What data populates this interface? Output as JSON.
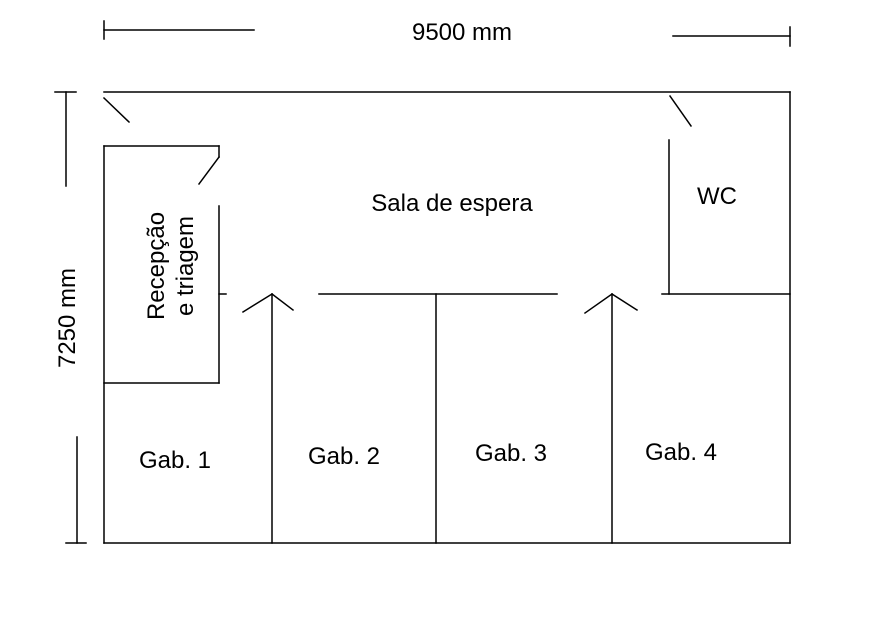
{
  "dimensions": {
    "width_label": "9500 mm",
    "height_label": "7250 mm"
  },
  "rooms": {
    "waiting_room": "Sala de espera",
    "wc": "WC",
    "reception_line1": "Recepção",
    "reception_line2": "e triagem",
    "office_1": "Gab. 1",
    "office_2": "Gab. 2",
    "office_3": "Gab. 3",
    "office_4": "Gab. 4"
  },
  "colors": {
    "line": "#000000",
    "background": "#ffffff"
  }
}
